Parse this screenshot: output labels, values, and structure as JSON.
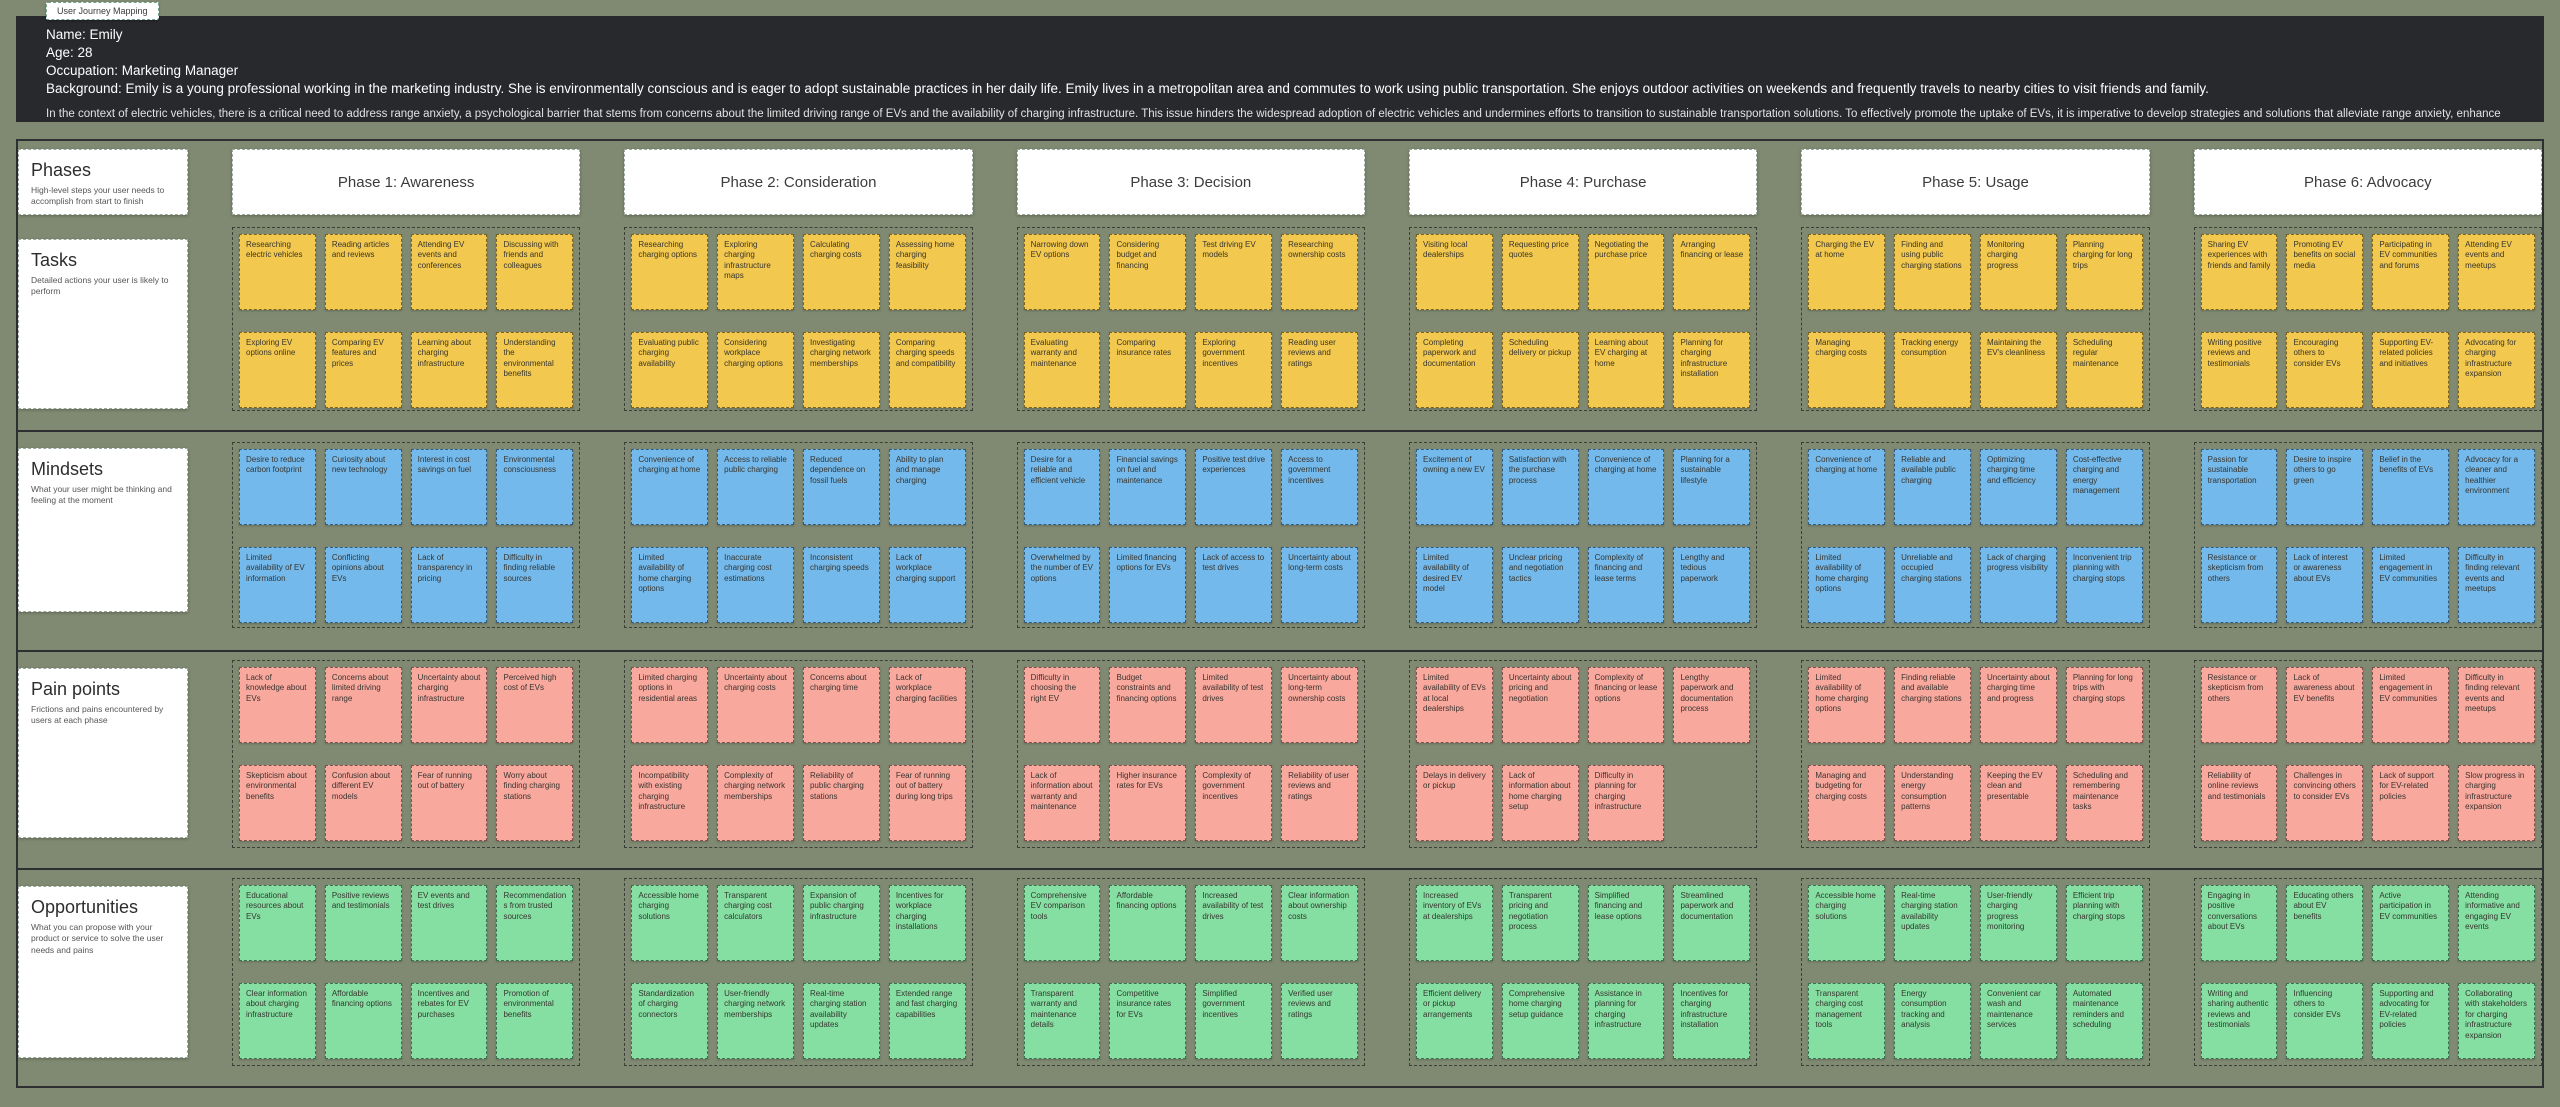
{
  "badge": "User Journey Mapping",
  "persona": {
    "lines": [
      "Name: Emily",
      "Age: 28",
      "Occupation: Marketing Manager",
      "Background: Emily is a young professional working in the marketing industry. She is environmentally conscious and is eager to adopt sustainable practices in her daily life. Emily lives in a metropolitan area and commutes to work using public transportation. She enjoys outdoor activities on weekends and frequently travels to nearby cities to visit friends and family."
    ],
    "context": "In the context of electric vehicles, there is a critical need to address range anxiety, a psychological barrier that stems from concerns about the limited driving range of EVs and the availability of charging infrastructure. This issue hinders the widespread adoption of electric vehicles and undermines efforts to transition to sustainable transportation solutions. To effectively promote the uptake of EVs, it is imperative to develop strategies and solutions that alleviate range anxiety, enhance"
  },
  "row_labels": {
    "phases": {
      "title": "Phases",
      "description": "High-level steps your user needs to accomplish from start to finish"
    },
    "tasks": {
      "title": "Tasks",
      "description": "Detailed actions your user is likely to perform"
    },
    "mindsets": {
      "title": "Mindsets",
      "description": "What your user might be thinking and feeling at the moment"
    },
    "pain_points": {
      "title": "Pain points",
      "description": "Frictions and pains encountered by users at each phase"
    },
    "opportunities": {
      "title": "Opportunities",
      "description": "What you can propose with your product or service to solve the user needs and pains"
    }
  },
  "colors": {
    "canvas": "#808A72",
    "header": "#28292D",
    "tasks": "#F2C84E",
    "mindsets": "#74B9EB",
    "pain_points": "#F9A89E",
    "opportunities": "#85DFA2"
  },
  "phases": [
    {
      "title": "Phase 1: Awareness",
      "tasks": [
        "Researching electric vehicles",
        "Reading articles and reviews",
        "Attending EV events and conferences",
        "Discussing with friends and colleagues",
        "Exploring EV options online",
        "Comparing EV features and prices",
        "Learning about charging infrastructure",
        "Understanding the environmental benefits"
      ],
      "mindsets": [
        "Desire to reduce carbon footprint",
        "Curiosity about new technology",
        "Interest in cost savings on fuel",
        "Environmental consciousness",
        "Limited availability of EV information",
        "Conflicting opinions about EVs",
        "Lack of transparency in pricing",
        "Difficulty in finding reliable sources"
      ],
      "pain_points": [
        "Lack of knowledge about EVs",
        "Concerns about limited driving range",
        "Uncertainty about charging infrastructure",
        "Perceived high cost of EVs",
        "Skepticism about environmental benefits",
        "Confusion about different EV models",
        "Fear of running out of battery",
        "Worry about finding charging stations"
      ],
      "opportunities": [
        "Educational resources about EVs",
        "Positive reviews and testimonials",
        "EV events and test drives",
        "Recommendations from trusted sources",
        "Clear information about charging infrastructure",
        "Affordable financing options",
        "Incentives and rebates for EV purchases",
        "Promotion of environmental benefits"
      ]
    },
    {
      "title": "Phase 2: Consideration",
      "tasks": [
        "Researching charging options",
        "Exploring charging infrastructure maps",
        "Calculating charging costs",
        "Assessing home charging feasibility",
        "Evaluating public charging availability",
        "Considering workplace charging options",
        "Investigating charging network memberships",
        "Comparing charging speeds and compatibility"
      ],
      "mindsets": [
        "Convenience of charging at home",
        "Access to reliable public charging",
        "Reduced dependence on fossil fuels",
        "Ability to plan and manage charging",
        "Limited availability of home charging options",
        "Inaccurate charging cost estimations",
        "Inconsistent charging speeds",
        "Lack of workplace charging support"
      ],
      "pain_points": [
        "Limited charging options in residential areas",
        "Uncertainty about charging costs",
        "Concerns about charging time",
        "Lack of workplace charging facilities",
        "Incompatibility with existing charging infrastructure",
        "Complexity of charging network memberships",
        "Reliability of public charging stations",
        "Fear of running out of battery during long trips"
      ],
      "opportunities": [
        "Accessible home charging solutions",
        "Transparent charging cost calculators",
        "Expansion of public charging infrastructure",
        "Incentives for workplace charging installations",
        "Standardization of charging connectors",
        "User-friendly charging network memberships",
        "Real-time charging station availability updates",
        "Extended range and fast charging capabilities"
      ]
    },
    {
      "title": "Phase 3: Decision",
      "tasks": [
        "Narrowing down EV options",
        "Considering budget and financing",
        "Test driving EV models",
        "Researching ownership costs",
        "Evaluating warranty and maintenance",
        "Comparing insurance rates",
        "Exploring government incentives",
        "Reading user reviews and ratings"
      ],
      "mindsets": [
        "Desire for a reliable and efficient vehicle",
        "Financial savings on fuel and maintenance",
        "Positive test drive experiences",
        "Access to government incentives",
        "Overwhelmed by the number of EV options",
        "Limited financing options for EVs",
        "Lack of access to test drives",
        "Uncertainty about long-term costs"
      ],
      "pain_points": [
        "Difficulty in choosing the right EV",
        "Budget constraints and financing options",
        "Limited availability of test drives",
        "Uncertainty about long-term ownership costs",
        "Lack of information about warranty and maintenance",
        "Higher insurance rates for EVs",
        "Complexity of government incentives",
        "Reliability of user reviews and ratings"
      ],
      "opportunities": [
        "Comprehensive EV comparison tools",
        "Affordable financing options",
        "Increased availability of test drives",
        "Clear information about ownership costs",
        "Transparent warranty and maintenance details",
        "Competitive insurance rates for EVs",
        "Simplified government incentives",
        "Verified user reviews and ratings"
      ]
    },
    {
      "title": "Phase 4: Purchase",
      "tasks": [
        "Visiting local dealerships",
        "Requesting price quotes",
        "Negotiating the purchase price",
        "Arranging financing or lease",
        "Completing paperwork and documentation",
        "Scheduling delivery or pickup",
        "Learning about EV charging at home",
        "Planning for charging infrastructure installation"
      ],
      "mindsets": [
        "Excitement of owning a new EV",
        "Satisfaction with the purchase process",
        "Convenience of charging at home",
        "Planning for a sustainable lifestyle",
        "Limited availability of desired EV model",
        "Unclear pricing and negotiation tactics",
        "Complexity of financing and lease terms",
        "Lengthy and tedious paperwork"
      ],
      "pain_points": [
        "Limited availability of EVs at local dealerships",
        "Uncertainty about pricing and negotiation",
        "Complexity of financing or lease options",
        "Lengthy paperwork and documentation process",
        "Delays in delivery or pickup",
        "Lack of information about home charging setup",
        "Difficulty in planning for charging infrastructure"
      ],
      "opportunities": [
        "Increased inventory of EVs at dealerships",
        "Transparent pricing and negotiation process",
        "Simplified financing and lease options",
        "Streamlined paperwork and documentation",
        "Efficient delivery or pickup arrangements",
        "Comprehensive home charging setup guidance",
        "Assistance in planning for charging infrastructure",
        "Incentives for charging infrastructure installation"
      ]
    },
    {
      "title": "Phase 5: Usage",
      "tasks": [
        "Charging the EV at home",
        "Finding and using public charging stations",
        "Monitoring charging progress",
        "Planning charging for long trips",
        "Managing charging costs",
        "Tracking energy consumption",
        "Maintaining the EV's cleanliness",
        "Scheduling regular maintenance"
      ],
      "mindsets": [
        "Convenience of charging at home",
        "Reliable and available public charging",
        "Optimizing charging time and efficiency",
        "Cost-effective charging and energy management",
        "Limited availability of home charging options",
        "Unreliable and occupied charging stations",
        "Lack of charging progress visibility",
        "Inconvenient trip planning with charging stops"
      ],
      "pain_points": [
        "Limited availability of home charging options",
        "Finding reliable and available charging stations",
        "Uncertainty about charging time and progress",
        "Planning for long trips with charging stops",
        "Managing and budgeting for charging costs",
        "Understanding energy consumption patterns",
        "Keeping the EV clean and presentable",
        "Scheduling and remembering maintenance tasks"
      ],
      "opportunities": [
        "Accessible home charging solutions",
        "Real-time charging station availability updates",
        "User-friendly charging progress monitoring",
        "Efficient trip planning with charging stops",
        "Transparent charging cost management tools",
        "Energy consumption tracking and analysis",
        "Convenient car wash and maintenance services",
        "Automated maintenance reminders and scheduling"
      ]
    },
    {
      "title": "Phase 6: Advocacy",
      "tasks": [
        "Sharing EV experiences with friends and family",
        "Promoting EV benefits on social media",
        "Participating in EV communities and forums",
        "Attending EV events and meetups",
        "Writing positive reviews and testimonials",
        "Encouraging others to consider EVs",
        "Supporting EV-related policies and initiatives",
        "Advocating for charging infrastructure expansion"
      ],
      "mindsets": [
        "Passion for sustainable transportation",
        "Desire to inspire others to go green",
        "Belief in the benefits of EVs",
        "Advocacy for a cleaner and healthier environment",
        "Resistance or skepticism from others",
        "Lack of interest or awareness about EVs",
        "Limited engagement in EV communities",
        "Difficulty in finding relevant events and meetups"
      ],
      "pain_points": [
        "Resistance or skepticism from others",
        "Lack of awareness about EV benefits",
        "Limited engagement in EV communities",
        "Difficulty in finding relevant events and meetups",
        "Reliability of online reviews and testimonials",
        "Challenges in convincing others to consider EVs",
        "Lack of support for EV-related policies",
        "Slow progress in charging infrastructure expansion"
      ],
      "opportunities": [
        "Engaging in positive conversations about EVs",
        "Educating others about EV benefits",
        "Active participation in EV communities",
        "Attending informative and engaging EV events",
        "Writing and sharing authentic reviews and testimonials",
        "Influencing others to consider EVs",
        "Supporting and advocating for EV-related policies",
        "Collaborating with stakeholders for charging infrastructure expansion"
      ]
    }
  ]
}
